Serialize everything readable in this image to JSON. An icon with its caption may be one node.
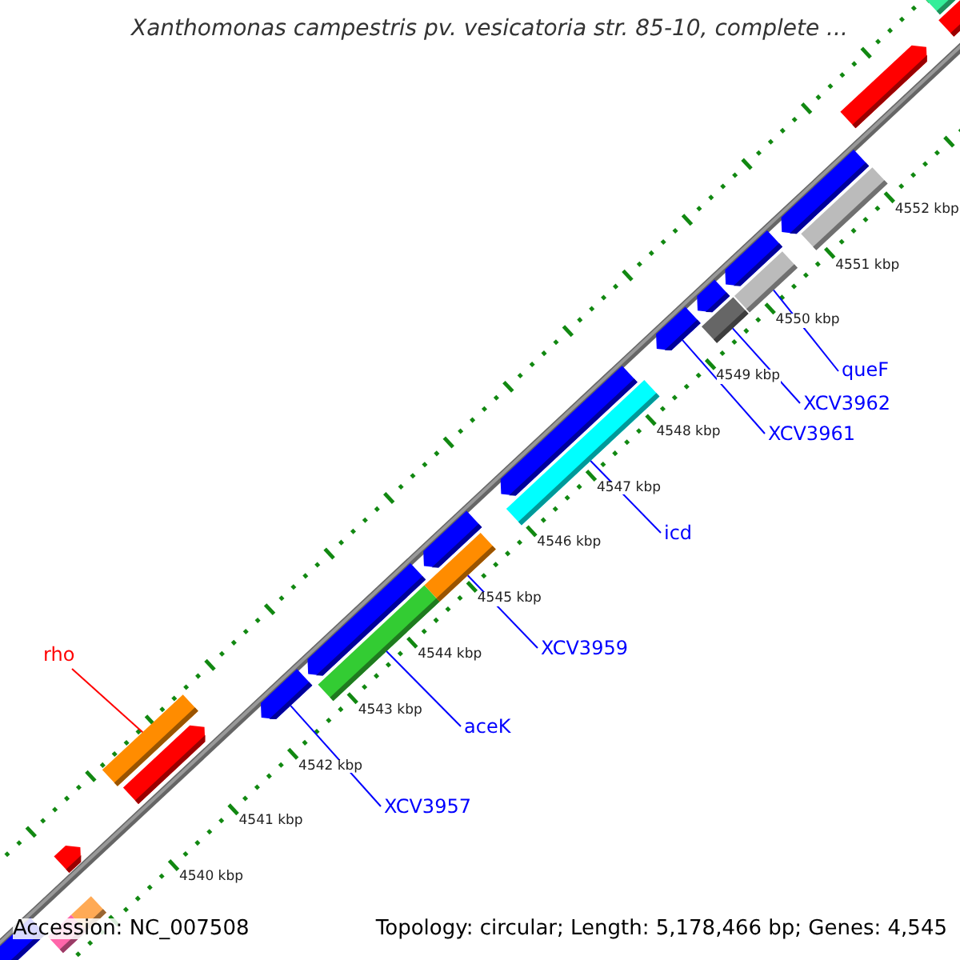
{
  "diagram": {
    "title": "Xanthomonas campestris pv. vesicatoria str. 85-10, complete ...",
    "nodes": [
      {
        "text": [
          "rho"
        ]
      },
      {
        "text": [],
        "shape": "bar"
      },
      {
        "text": [
          "XCV3957"
        ]
      },
      {
        "text": [],
        "shape": "bar"
      },
      {
        "text": [
          "aceK"
        ]
      },
      {
        "text": [],
        "shape": "bar"
      },
      {
        "text": [
          "XCV3959"
        ]
      },
      {
        "text": [],
        "shape": "bar"
      },
      {
        "text": [
          "icd"
        ]
      },
      {
        "text": [],
        "shape": "bar"
      },
      {
        "text": [
          "XCV3961"
        ]
      },
      {
        "text": [],
        "shape": "bar"
      },
      {
        "text": [
          "XCV3962"
        ]
      },
      {
        "text": [],
        "shape": "bar"
      },
      {
        "text": [
          "queF"
        ]
      },
      {
        "text": [],
        "shape": "bar"
      }
    ],
    "edges": [
      {
        "from": 0,
        "to": 1,
        "arrow": "none",
        "color": "#ff0000"
      },
      {
        "from": 2,
        "to": 3,
        "arrow": "none"
      },
      {
        "from": 4,
        "to": 5,
        "arrow": "none"
      },
      {
        "from": 6,
        "to": 7,
        "arrow": "none"
      },
      {
        "from": 8,
        "to": 9,
        "arrow": "none"
      },
      {
        "from": 10,
        "to": 11,
        "arrow": "none"
      },
      {
        "from": 12,
        "to": 13,
        "arrow": "none"
      },
      {
        "from": 14,
        "to": 15,
        "arrow": "none"
      }
    ],
    "labels": [
      "4552 kbp",
      "4551 kbp",
      "4550 kbp",
      "4549 kbp",
      "4548 kbp",
      "4547 kbp",
      "4546 kbp",
      "4545 kbp",
      "4544 kbp",
      "4543 kbp",
      "4542 kbp",
      "4541 kbp",
      "4540 kbp",
      "Accession: NC_007508",
      "Topology: circular; Length: 5,178,466 bp; Genes: 4,545"
    ]
  }
}
